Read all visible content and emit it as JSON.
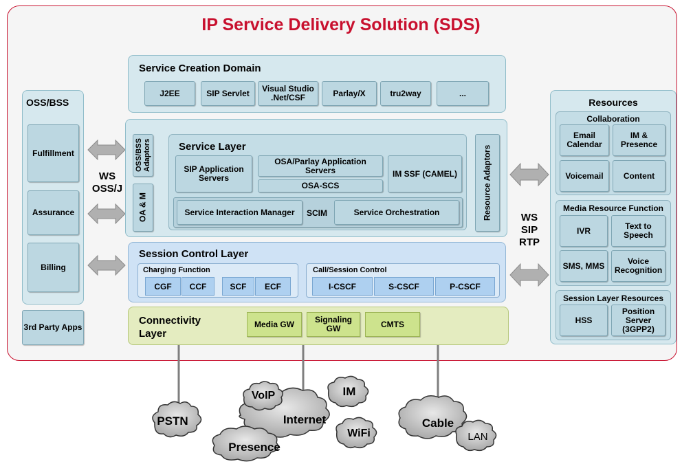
{
  "title": "IP Service Delivery Solution (SDS)",
  "oss": {
    "title": "OSS/BSS",
    "items": [
      "Fulfillment",
      "Assurance",
      "Billing"
    ],
    "third_party": "3rd Party Apps"
  },
  "ws_oss": [
    "WS",
    "OSS/J"
  ],
  "creation": {
    "title": "Service Creation Domain",
    "items": [
      "J2EE",
      "SIP Servlet",
      "Visual Studio .Net/CSF",
      "Parlay/X",
      "tru2way",
      "..."
    ]
  },
  "service_layer": {
    "oss_adaptors": "OSS/BSS Adaptors",
    "oam": "OA & M",
    "title": "Service Layer",
    "sip_app": "SIP Application Servers",
    "osa_parlay": "OSA/Parlay Application Servers",
    "osa_scs": "OSA-SCS",
    "im_ssf": "IM SSF (CAMEL)",
    "interaction": "Service Interaction Manager",
    "scim": "SCIM",
    "orchestration": "Service Orchestration",
    "resource_adaptors": "Resource Adaptors"
  },
  "session": {
    "title": "Session Control Layer",
    "charging_title": "Charging Function",
    "charging": [
      "CGF",
      "CCF",
      "SCF",
      "ECF"
    ],
    "call_title": "Call/Session Control",
    "call": [
      "I-CSCF",
      "S-CSCF",
      "P-CSCF"
    ]
  },
  "connectivity": {
    "title": "Connectivity Layer",
    "items": [
      "Media GW",
      "Signaling GW",
      "CMTS"
    ]
  },
  "ws_sip": [
    "WS",
    "SIP",
    "RTP"
  ],
  "resources": {
    "title": "Resources",
    "collab_title": "Collaboration",
    "collab": [
      "Email Calendar",
      "IM & Presence",
      "Voicemail",
      "Content"
    ],
    "media_title": "Media Resource Function",
    "media": [
      "IVR",
      "Text to Speech",
      "SMS, MMS",
      "Voice Recognition"
    ],
    "session_title": "Session Layer Resources",
    "session_items": [
      "HSS",
      "Position Server (3GPP2)"
    ]
  },
  "clouds": {
    "pstn": "PSTN",
    "voip": "VoIP",
    "internet": "Internet",
    "im": "IM",
    "wifi": "WiFi",
    "presence": "Presence",
    "cable": "Cable",
    "lan": "LAN"
  }
}
